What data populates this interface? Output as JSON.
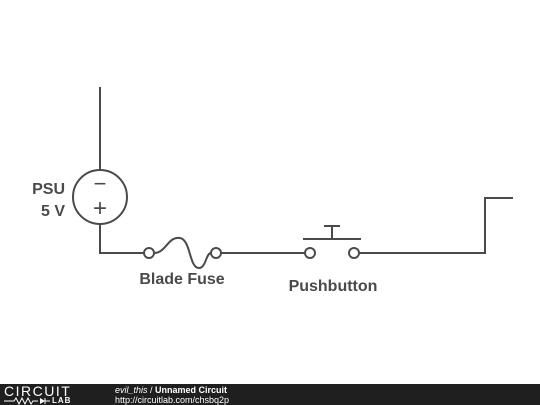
{
  "schematic": {
    "psu_label": "PSU",
    "psu_voltage": "5 V",
    "psu_minus": "−",
    "psu_plus": "+",
    "fuse_label": "Blade Fuse",
    "pushbutton_label": "Pushbutton"
  },
  "footer": {
    "logo_top": "CIRCUIT",
    "logo_bottom": "LAB",
    "author": "evil_this",
    "separator": " / ",
    "circuit_name": "Unnamed Circuit",
    "url": "http://circuitlab.com/chsbq2p"
  },
  "colors": {
    "wire": "#4a4a4a",
    "footer_bg": "#1f1f1f"
  }
}
